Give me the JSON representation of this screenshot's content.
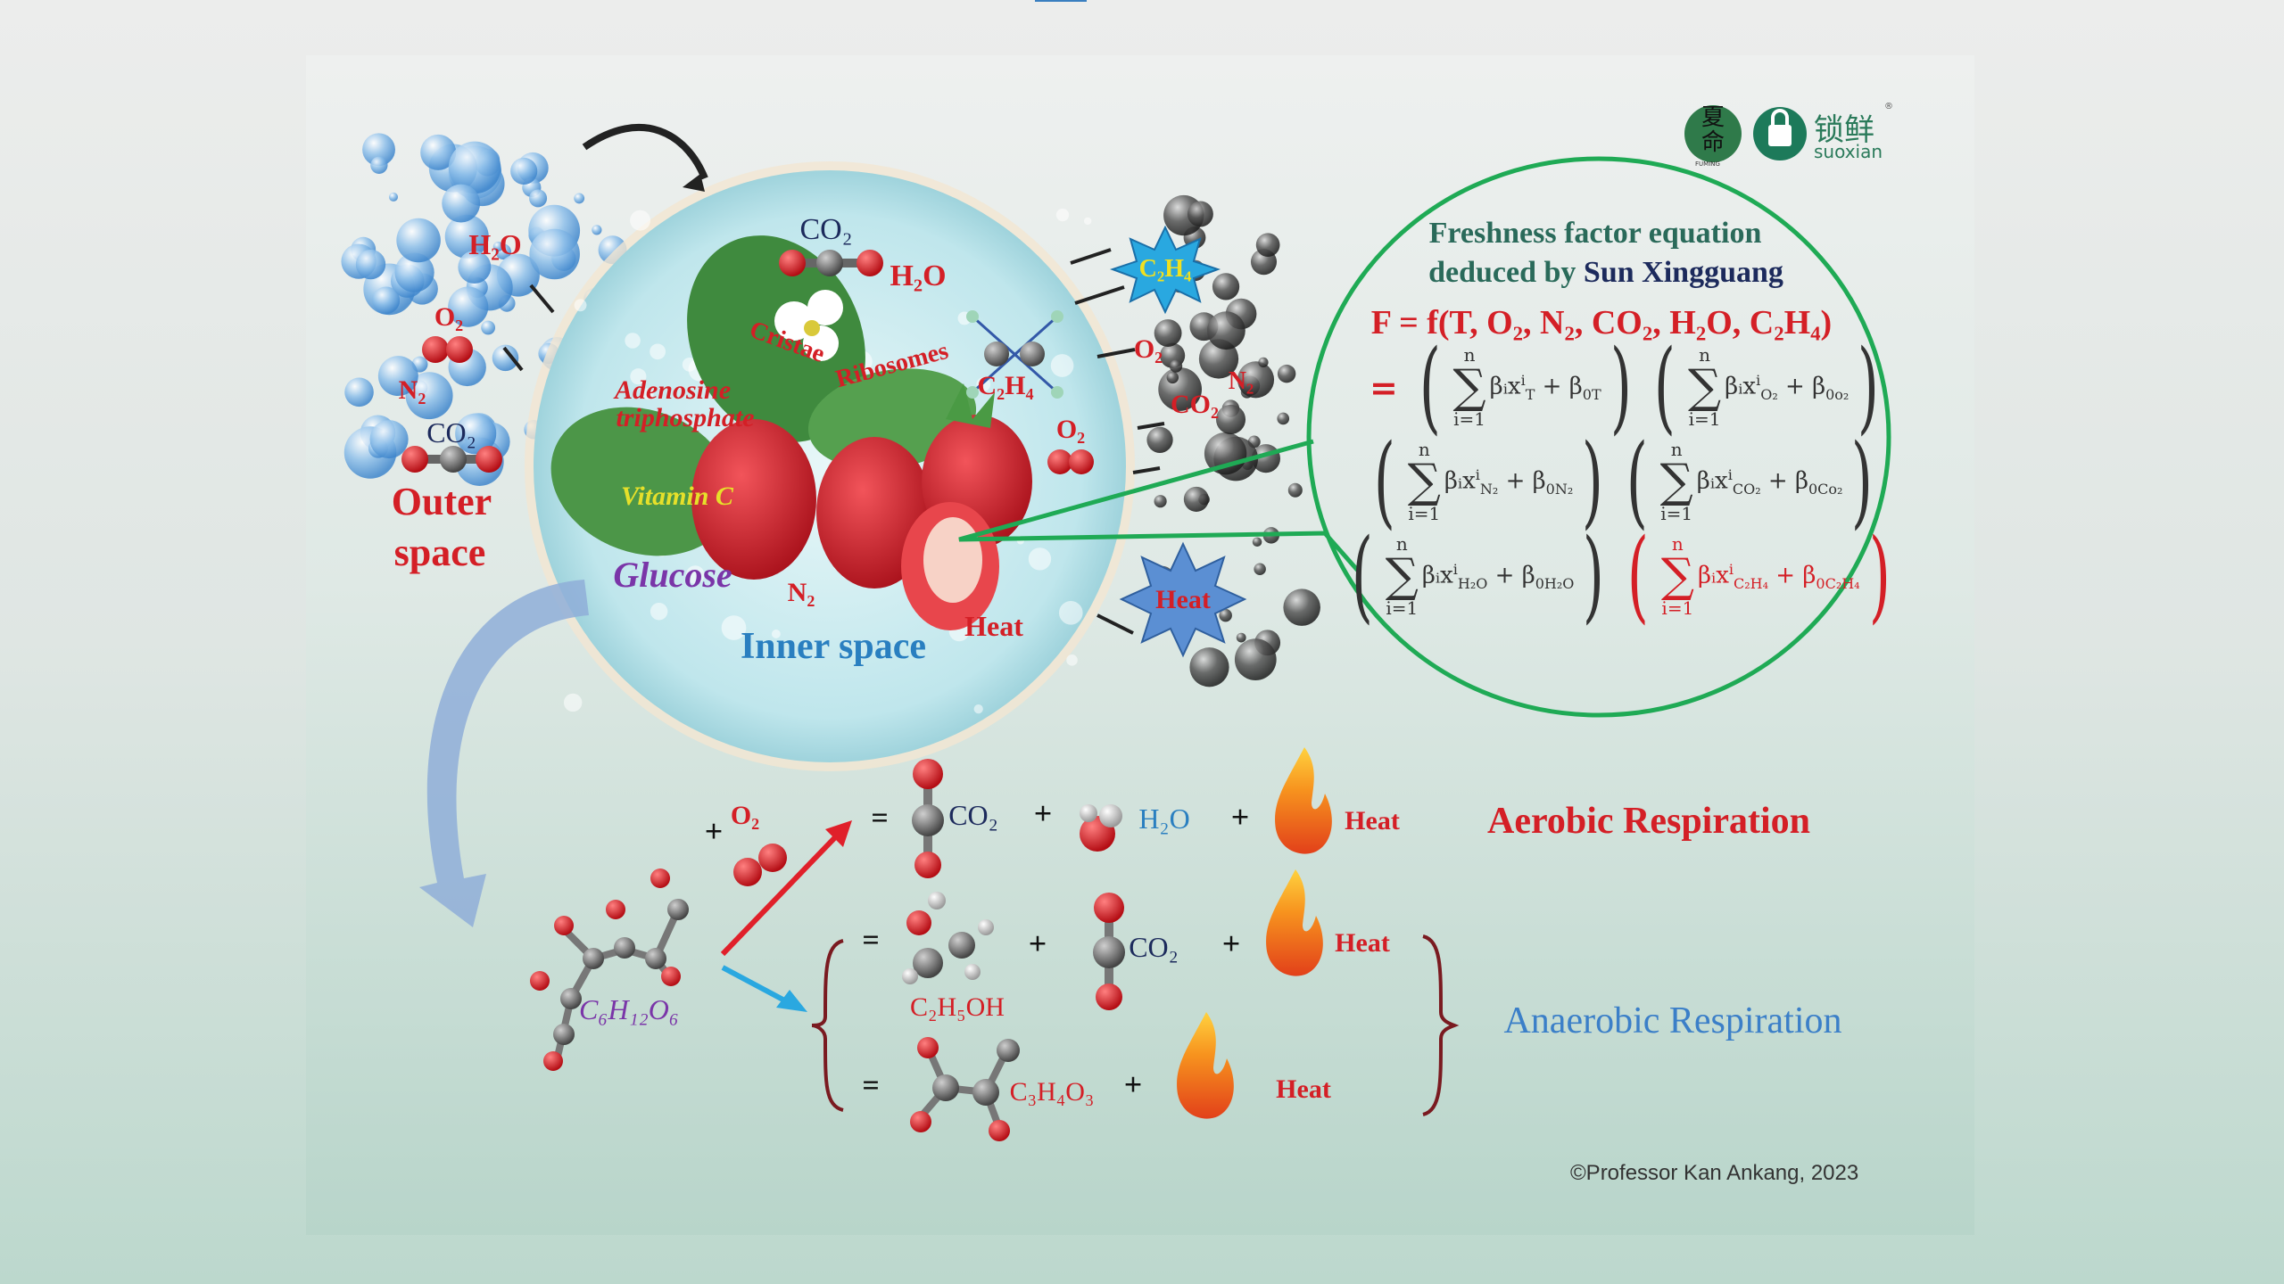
{
  "logos": {
    "fuming_chars": "夏命",
    "fuming_latin": "FUMING",
    "suoxian_chars": "锁鲜",
    "suoxian_latin": "suoxian",
    "registered": "®"
  },
  "outer": {
    "h2o": "H₂O",
    "o2": "O₂",
    "n2": "N₂",
    "co2": "CO₂",
    "label_line1": "Outer",
    "label_line2": "space"
  },
  "inner": {
    "co2": "CO₂",
    "h2o": "H₂O",
    "cristae": "Cristae",
    "ribosomes": "Ribosomes",
    "adenosine_line1": "Adenosine",
    "adenosine_line2": "triphosphate",
    "c2h4": "C₂H₄",
    "o2": "O₂",
    "vitamin_c": "Vitamin C",
    "glucose": "Glucose",
    "n2": "N₂",
    "heat": "Heat",
    "label": "Inner space"
  },
  "emitted": {
    "c2h4": "C₂H₄",
    "o2": "O₂",
    "co2": "CO₂",
    "n2": "N₂",
    "heat": "Heat"
  },
  "equation": {
    "title_line1": "Freshness factor equation",
    "title_line2_prefix": "deduced by",
    "author": "Sun Xingguang",
    "function": "F = f(T, O₂, N₂, CO₂, H₂O, C₂H₄)",
    "equals": "=",
    "terms": [
      {
        "upper": "n",
        "lower": "i=1",
        "sigma": "∑",
        "coef": "βᵢx",
        "sup": "i",
        "sub": "T",
        "plus": " + β",
        "csub": "0T"
      },
      {
        "upper": "n",
        "lower": "i=1",
        "sigma": "∑",
        "coef": "βᵢx",
        "sup": "i",
        "sub": "O₂",
        "plus": " + β",
        "csub": "0o₂"
      },
      {
        "upper": "n",
        "lower": "i=1",
        "sigma": "∑",
        "coef": "βᵢx",
        "sup": "i",
        "sub": "N₂",
        "plus": " + β",
        "csub": "0N₂"
      },
      {
        "upper": "n",
        "lower": "i=1",
        "sigma": "∑",
        "coef": "βᵢx",
        "sup": "i",
        "sub": "CO₂",
        "plus": " + β",
        "csub": "0Co₂"
      },
      {
        "upper": "n",
        "lower": "i=1",
        "sigma": "∑",
        "coef": "βᵢx",
        "sup": "i",
        "sub": "H₂O",
        "plus": " + β",
        "csub": "0H₂O"
      },
      {
        "upper": "n",
        "lower": "i=1",
        "sigma": "∑",
        "coef": "βᵢx",
        "sup": "i",
        "sub": "C₂H₄",
        "plus": " + β",
        "csub": "0C₂H₄"
      }
    ]
  },
  "reactions": {
    "glucose": "C₆H₁₂O₆",
    "plus_o2": "+",
    "o2": "O₂",
    "aerobic": {
      "eq": "=",
      "co2": "CO₂",
      "plus1": "+",
      "h2o": "H₂O",
      "plus2": "+",
      "heat": "Heat",
      "label": "Aerobic Respiration"
    },
    "anaerobic1": {
      "eq": "=",
      "product": "C₂H₅OH",
      "plus1": "+",
      "co2": "CO₂",
      "plus2": "+",
      "heat": "Heat"
    },
    "anaerobic2": {
      "eq": "=",
      "product": "C₃H₄O₃",
      "plus1": "+",
      "heat": "Heat"
    },
    "anaerobic_label": "Anaerobic Respiration"
  },
  "copyright": "©Professor Kan Ankang, 2023",
  "colors": {
    "red": "#d41f26",
    "navy": "#1c2a5c",
    "blue": "#2a7fc0",
    "green": "#1faa55",
    "purple": "#7a35a8"
  }
}
